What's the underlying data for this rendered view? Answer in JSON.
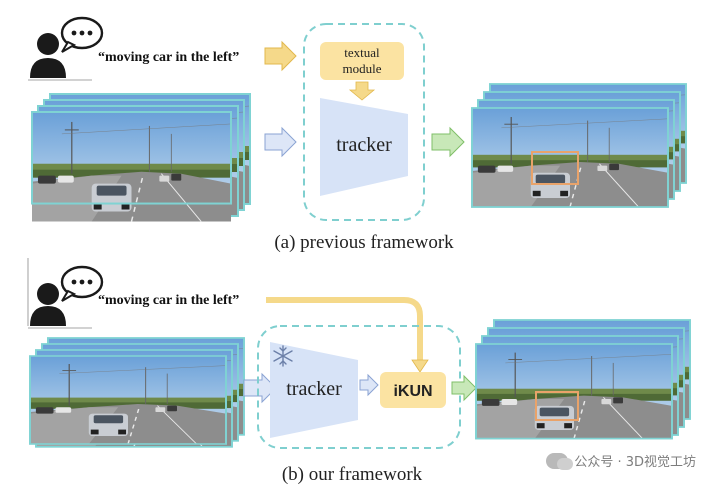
{
  "top": {
    "quote": "“moving car in the left”",
    "textual_module_line1": "textual",
    "textual_module_line2": "module",
    "tracker_label": "tracker",
    "caption": "(a) previous framework"
  },
  "bottom": {
    "quote": "“moving car in the left”",
    "tracker_label": "tracker",
    "ikun_label": "iKUN",
    "caption": "(b) our framework"
  },
  "watermark": {
    "text": "公众号 · 3D视觉工坊",
    "icon": "wechat-icon"
  },
  "colors": {
    "frame_border": "#7fd3d3",
    "dashed_box": "#7fcfcf",
    "tracker_fill": "#d7e3f7",
    "module_fill": "#fbe3a2",
    "arrow_yellow": "#f5d98a",
    "arrow_blue": "#c9d6f0",
    "arrow_green": "#b8e0a8",
    "bbox": "#e9a36a"
  }
}
